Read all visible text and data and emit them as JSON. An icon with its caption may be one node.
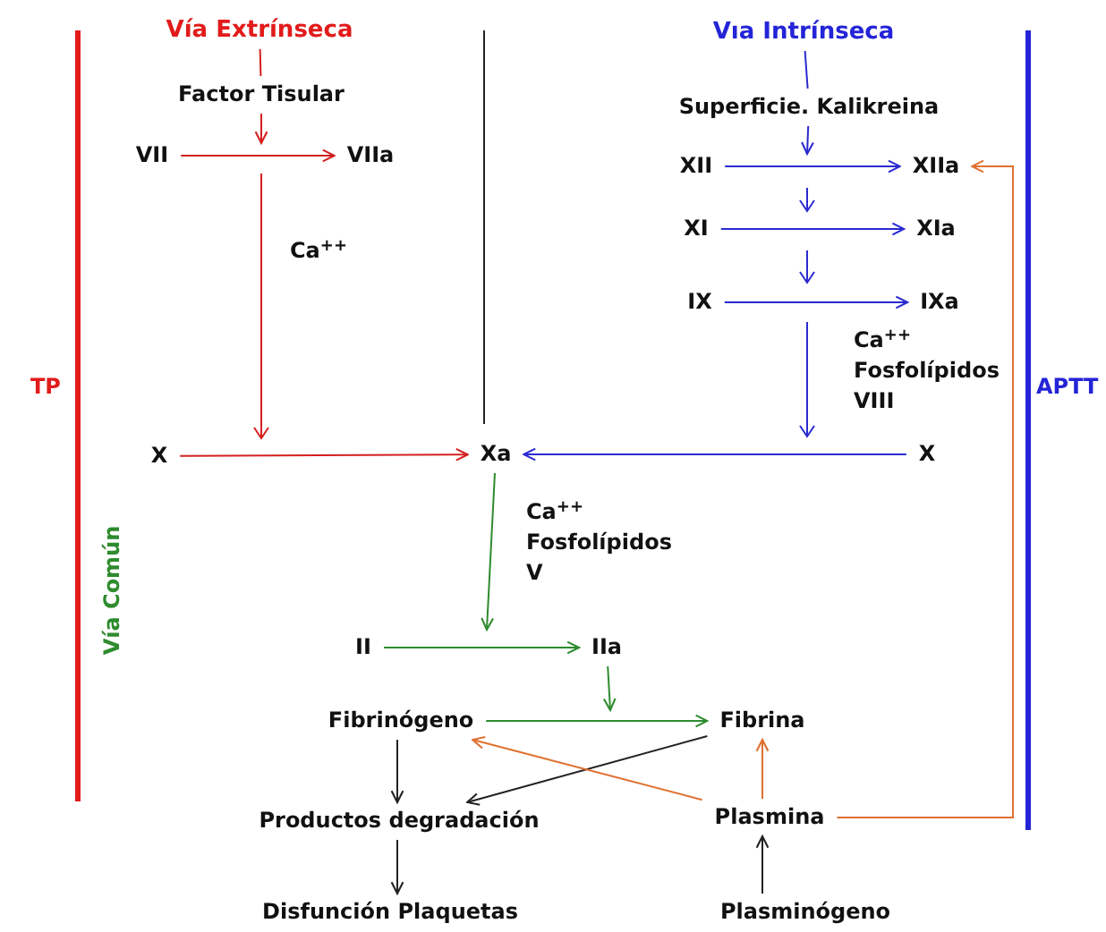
{
  "diagram": {
    "nodes": [
      {
        "text": [
          "Vía Extrínseca"
        ]
      },
      {
        "text": [
          "Factor Tisular"
        ]
      },
      {
        "text": [
          "VII"
        ]
      },
      {
        "text": [
          "VIIa"
        ]
      },
      {
        "text": [
          "Vıa Intrínseca"
        ]
      },
      {
        "text": [
          "Superficie. Kalikreina"
        ]
      },
      {
        "text": [
          "XII"
        ]
      },
      {
        "text": [
          "XIIa"
        ]
      },
      {
        "text": [
          "XI"
        ]
      },
      {
        "text": [
          "XIa"
        ]
      },
      {
        "text": [
          "IX"
        ]
      },
      {
        "text": [
          "IXa"
        ]
      },
      {
        "text": [
          "X"
        ]
      },
      {
        "text": [
          "Xa"
        ]
      },
      {
        "text": [
          "X"
        ]
      },
      {
        "text": [
          "II"
        ]
      },
      {
        "text": [
          "IIa"
        ]
      },
      {
        "text": [
          "Fibrinógeno"
        ]
      },
      {
        "text": [
          "Fibrina"
        ]
      },
      {
        "text": [
          "Productos degradación"
        ]
      },
      {
        "text": [
          "Plasmina"
        ]
      },
      {
        "text": [
          "Plasminógeno"
        ]
      },
      {
        "text": [
          "Disfunción Plaquetas"
        ]
      }
    ],
    "edges": [
      {
        "from": 0,
        "to": 1,
        "arrow": "none",
        "color": "#d42020"
      },
      {
        "from": 1,
        "to": null,
        "arrow": "to",
        "color": "#d42020"
      },
      {
        "from": 2,
        "to": 3,
        "arrow": "to",
        "color": "#d42020"
      },
      {
        "from": 12,
        "to": 13,
        "arrow": "to",
        "color": "#d42020"
      },
      {
        "from": 4,
        "to": 5,
        "arrow": "none",
        "color": "#2a2ad0"
      },
      {
        "from": 5,
        "to": null,
        "arrow": "to",
        "color": "#2a2ad0"
      },
      {
        "from": 6,
        "to": 7,
        "arrow": "to",
        "color": "#2a2ad0"
      },
      {
        "from": 8,
        "to": 9,
        "arrow": "to",
        "color": "#2a2ad0"
      },
      {
        "from": 10,
        "to": 11,
        "arrow": "to",
        "color": "#2a2ad0"
      },
      {
        "from": 14,
        "to": 13,
        "arrow": "to",
        "color": "#2a2ad0"
      },
      {
        "from": 15,
        "to": 16,
        "arrow": "to",
        "color": "#2e8b2e"
      },
      {
        "from": 16,
        "to": null,
        "arrow": "to",
        "color": "#2e8b2e"
      },
      {
        "from": 17,
        "to": 18,
        "arrow": "to",
        "color": "#2e8b2e"
      },
      {
        "from": 17,
        "to": 19,
        "arrow": "to",
        "color": "#222222"
      },
      {
        "from": 18,
        "to": 19,
        "arrow": "to",
        "color": "#222222"
      },
      {
        "from": 20,
        "to": 17,
        "arrow": "to",
        "color": "#e07030"
      },
      {
        "from": 20,
        "to": 18,
        "arrow": "to",
        "color": "#e07030"
      },
      {
        "from": 21,
        "to": 20,
        "arrow": "to",
        "color": "#222222"
      },
      {
        "from": 19,
        "to": 22,
        "arrow": "to",
        "color": "#222222"
      },
      {
        "from": 20,
        "to": 7,
        "arrow": "to",
        "color": "#e07030"
      },
      {
        "from": 13,
        "to": null,
        "arrow": "to",
        "color": "#2e8b2e"
      }
    ],
    "labels": [
      "Ca$^{++}$",
      "Ca$^{++}$ Fosfolípidos VIII",
      "TP",
      "APTT",
      "Ca$^{++}$ Fosfolípidos V",
      "Vía Común"
    ]
  }
}
